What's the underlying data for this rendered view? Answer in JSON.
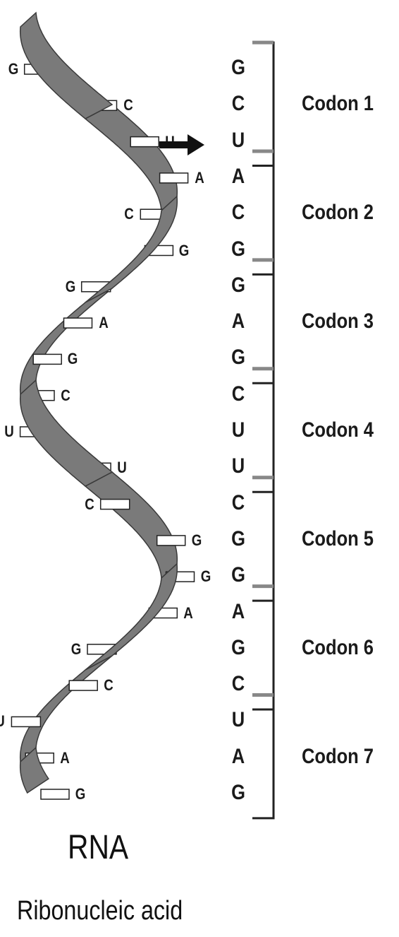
{
  "helix_bases": [
    "G",
    "C",
    "U",
    "A",
    "C",
    "G",
    "G",
    "A",
    "G",
    "C",
    "U",
    "U",
    "C",
    "G",
    "G",
    "A",
    "G",
    "C",
    "U",
    "A",
    "G"
  ],
  "sequence": [
    "G",
    "C",
    "U",
    "A",
    "C",
    "G",
    "G",
    "A",
    "G",
    "C",
    "U",
    "U",
    "C",
    "G",
    "G",
    "A",
    "G",
    "C",
    "U",
    "A",
    "G"
  ],
  "codons": [
    "Codon 1",
    "Codon 2",
    "Codon 3",
    "Codon 4",
    "Codon 5",
    "Codon 6",
    "Codon 7"
  ],
  "title": "RNA",
  "subtitle": "Ribonucleic acid",
  "colors": {
    "ribbon": "#7a7a7a",
    "ribbon_edge": "#3a3a3a",
    "rung": "#ffffff",
    "text": "#1a1a1a"
  },
  "icons": {
    "arrow": "right-arrow-icon"
  }
}
